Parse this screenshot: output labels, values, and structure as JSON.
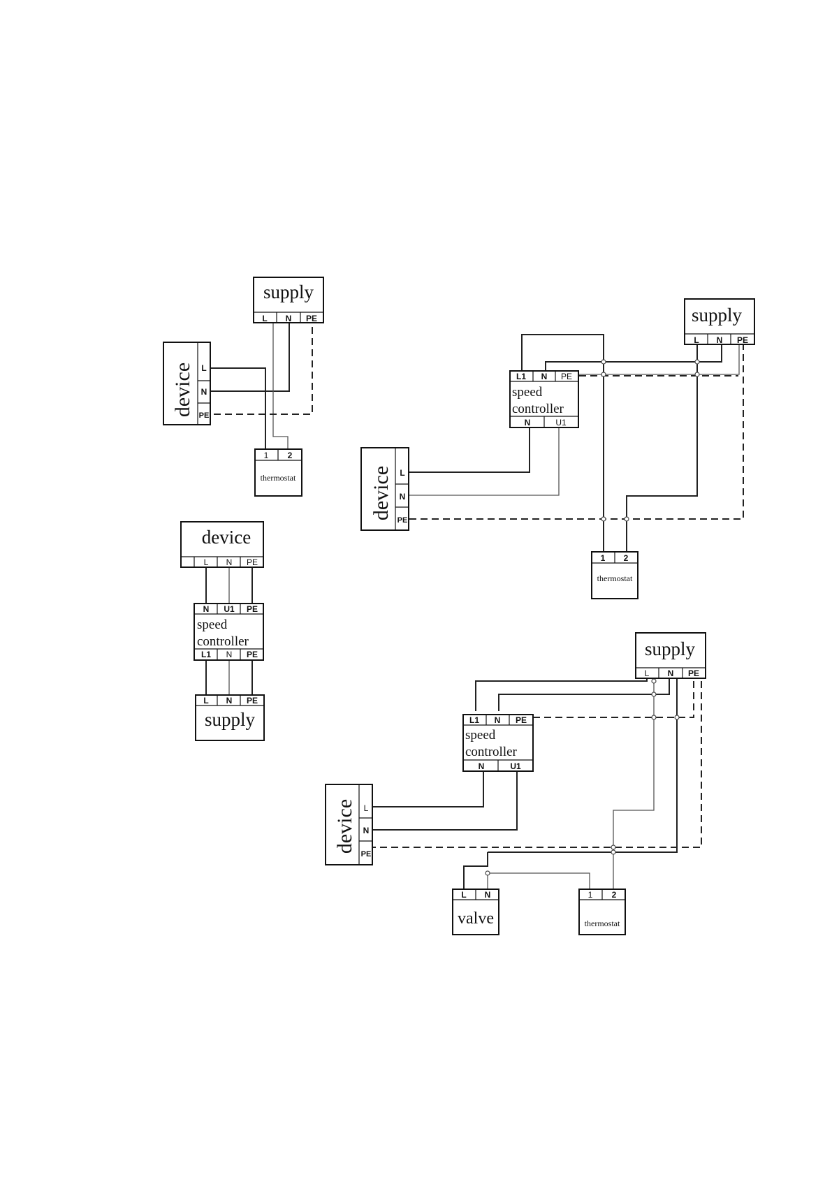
{
  "labels": {
    "supply": "supply",
    "device": "device",
    "thermostat": "thermostat",
    "valve": "valve",
    "speed": "speed",
    "controller": "controller"
  },
  "terminals": {
    "L": "L",
    "N": "N",
    "PE": "PE",
    "L1": "L1",
    "U1": "U1",
    "t1": "1",
    "t2": "2"
  }
}
